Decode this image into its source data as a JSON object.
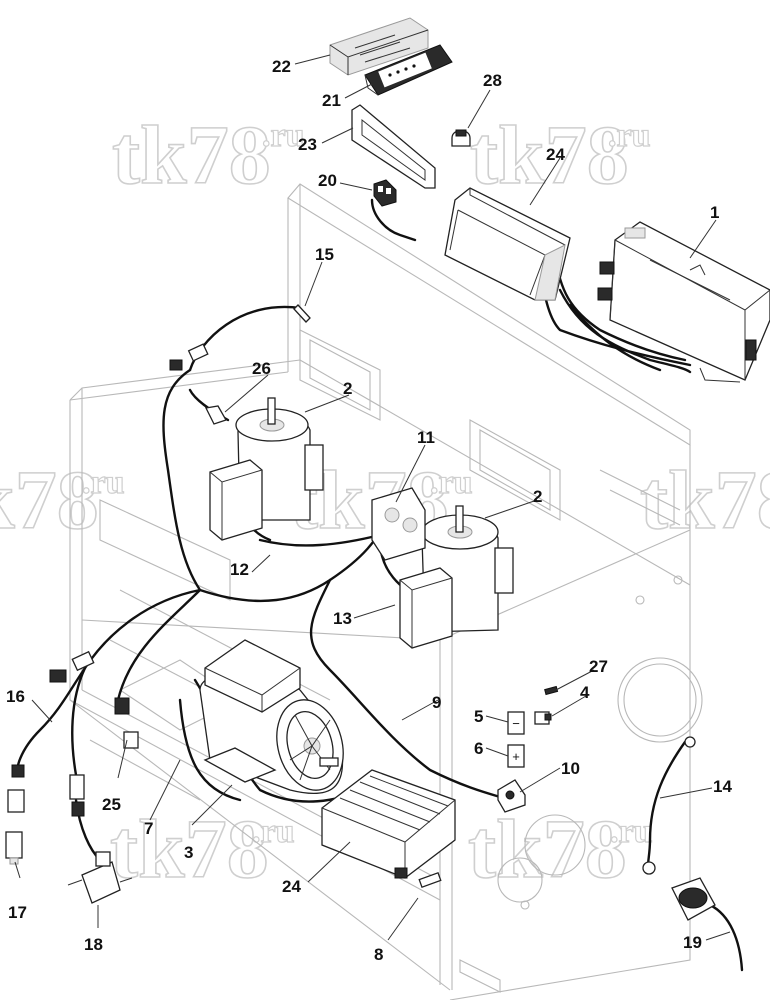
{
  "diagram": {
    "watermark_text": "tk78",
    "watermark_suffix": ".ru",
    "callouts": [
      {
        "id": "c22",
        "label": "22"
      },
      {
        "id": "c21",
        "label": "21"
      },
      {
        "id": "c28",
        "label": "28"
      },
      {
        "id": "c23",
        "label": "23"
      },
      {
        "id": "c24a",
        "label": "24"
      },
      {
        "id": "c20",
        "label": "20"
      },
      {
        "id": "c1",
        "label": "1"
      },
      {
        "id": "c15",
        "label": "15"
      },
      {
        "id": "c26",
        "label": "26"
      },
      {
        "id": "c2a",
        "label": "2"
      },
      {
        "id": "c11",
        "label": "11"
      },
      {
        "id": "c2b",
        "label": "2"
      },
      {
        "id": "c12",
        "label": "12"
      },
      {
        "id": "c13",
        "label": "13"
      },
      {
        "id": "c27",
        "label": "27"
      },
      {
        "id": "c4",
        "label": "4"
      },
      {
        "id": "c16",
        "label": "16"
      },
      {
        "id": "c9",
        "label": "9"
      },
      {
        "id": "c5",
        "label": "5"
      },
      {
        "id": "c6",
        "label": "6"
      },
      {
        "id": "c10",
        "label": "10"
      },
      {
        "id": "c14",
        "label": "14"
      },
      {
        "id": "c25",
        "label": "25"
      },
      {
        "id": "c7",
        "label": "7"
      },
      {
        "id": "c3",
        "label": "3"
      },
      {
        "id": "c17",
        "label": "17"
      },
      {
        "id": "c24b",
        "label": "24"
      },
      {
        "id": "c8",
        "label": "8"
      },
      {
        "id": "c18",
        "label": "18"
      },
      {
        "id": "c19",
        "label": "19"
      }
    ],
    "terminal_labels": {
      "minus": "−",
      "plus": "+"
    }
  }
}
